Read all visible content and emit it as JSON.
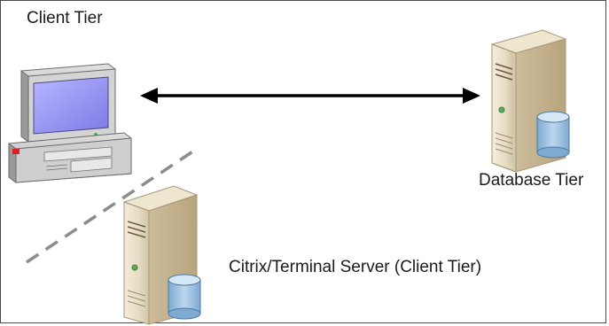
{
  "labels": {
    "client_tier": "Client Tier",
    "database_tier": "Database Tier",
    "citrix_server": "Citrix/Terminal Server (Client Tier)"
  },
  "colors": {
    "line": "#000000",
    "dashed_line": "#8c8c8c",
    "server_body": "#e6dcc4",
    "server_shadow": "#c8b896",
    "database": "#9ec4e4",
    "monitor_screen": "#9c9af0",
    "computer_body": "#c8c8c8"
  },
  "icons": {
    "client": "desktop-computer-icon",
    "database_server": "database-server-icon",
    "terminal_server": "terminal-server-icon"
  }
}
